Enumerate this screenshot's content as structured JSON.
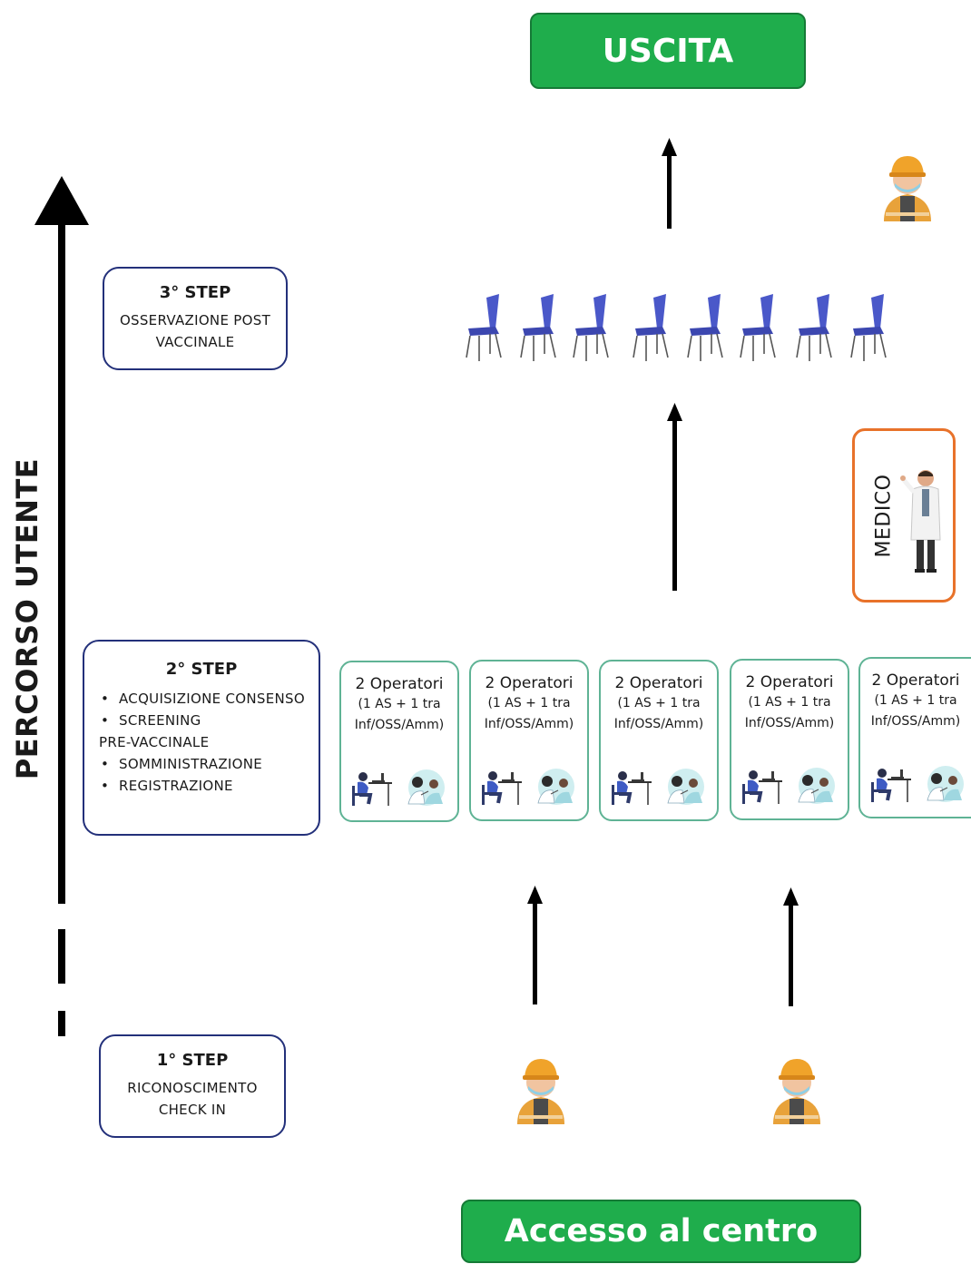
{
  "exit_label": "USCITA",
  "entry_label": "Accesso al centro",
  "path_label": "PERCORSO UTENTE",
  "step3": {
    "title": "3° STEP",
    "lines": [
      "OSSERVAZIONE POST",
      "VACCINALE"
    ]
  },
  "step2": {
    "title": "2° STEP",
    "items": [
      "ACQUISIZIONE CONSENSO",
      "SCREENING",
      "PRE-VACCINALE",
      "SOMMINISTRAZIONE",
      "REGISTRAZIONE"
    ]
  },
  "step1": {
    "title": "1° STEP",
    "lines": [
      "RICONOSCIMENTO",
      "CHECK IN"
    ]
  },
  "medico_label": "MEDICO",
  "operator_stations": [
    {
      "title": "2 Operatori",
      "line1": "(1 AS + 1 tra",
      "line2": "Inf/OSS/Amm)"
    },
    {
      "title": "2 Operatori",
      "line1": "(1 AS + 1 tra",
      "line2": "Inf/OSS/Amm)"
    },
    {
      "title": "2 Operatori",
      "line1": "(1 AS + 1 tra",
      "line2": "Inf/OSS/Amm)"
    },
    {
      "title": "2 Operatori",
      "line1": "(1 AS + 1 tra",
      "line2": "Inf/OSS/Amm)"
    },
    {
      "title": "2 Operatori",
      "line1": "(1 AS + 1 tra",
      "line2": "Inf/OSS/Amm)"
    }
  ],
  "colors": {
    "green": "#1fad4c",
    "navy": "#23307a",
    "teal": "#5fb395",
    "orange": "#e8722a",
    "chair": "#4a58c9"
  },
  "icons": [
    "worker-icon",
    "chair-icon",
    "doctor-icon",
    "desk-operator-icon",
    "vaccination-icon"
  ]
}
